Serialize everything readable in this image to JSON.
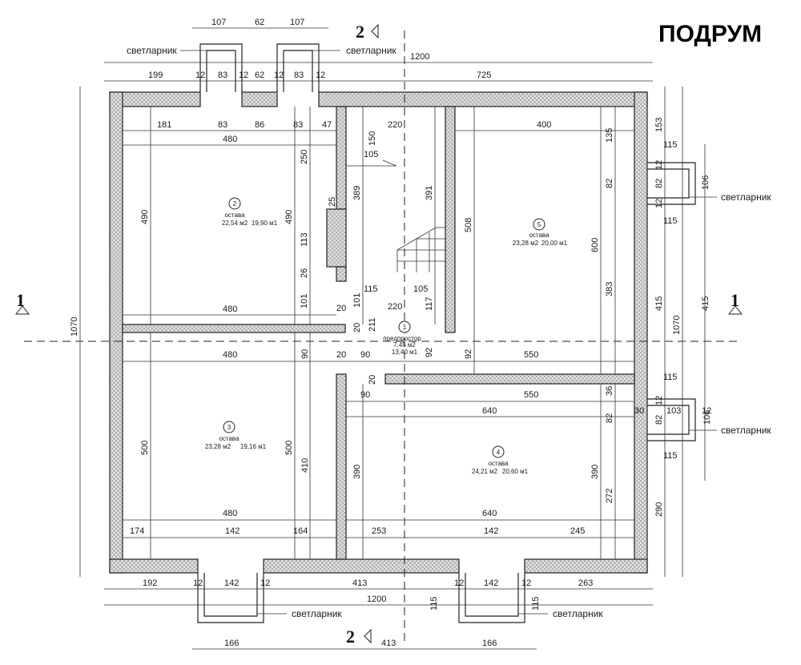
{
  "title": "ПОДРУМ",
  "section_marks": {
    "s1_left": "1",
    "s1_right": "1",
    "s2_top": "2",
    "s2_bottom": "2"
  },
  "skylight_label": "светларник",
  "rooms": [
    {
      "num": "1",
      "name": "предпростор",
      "area": "7,45 м2",
      "perim": "13,40 м1"
    },
    {
      "num": "2",
      "name": "остава",
      "area": "22,54 м2",
      "perim": "19,90 м1"
    },
    {
      "num": "3",
      "name": "остава",
      "area": "23,28 м2",
      "perim": "19,16 м1"
    },
    {
      "num": "4",
      "name": "остава",
      "area": "24,21 м2",
      "perim": "20,60 м1"
    },
    {
      "num": "5",
      "name": "остава",
      "area": "23,28 м2",
      "perim": "20,00 м1"
    }
  ],
  "dims": {
    "top1": [
      "107",
      "62",
      "107"
    ],
    "top2": [
      "1200"
    ],
    "top3": [
      "199",
      "12",
      "83",
      "12",
      "62",
      "12",
      "83",
      "12",
      "725"
    ],
    "r2_top": [
      "181",
      "83",
      "86",
      "83",
      "47"
    ],
    "r2_w": "480",
    "r2_w_bottom": "480",
    "r2_h": "490",
    "r2_h_right": "490",
    "r2_in_250": "250",
    "r2_in_113": "113",
    "r2_in_26": "26",
    "r2_in_25": "25",
    "r2_in_101": "101",
    "hall_220": "220",
    "hall_150": "150",
    "hall_105": "105",
    "hall_389": "389",
    "hall_391": "391",
    "hall_115": "115",
    "hall_105b": "105",
    "hall_220b": "220",
    "hall_20a": "20",
    "hall_101": "101",
    "hall_117": "117",
    "hall_20b": "20",
    "hall_211": "211",
    "hall_92a": "92",
    "hall_20c": "20",
    "hall_90a": "90",
    "hall_20d": "20",
    "hall_90b": "90",
    "r5_w": "400",
    "r5_h": "600",
    "r5_508": "508",
    "r5_135": "135",
    "r5_82": "82",
    "r5_383": "383",
    "r5_92": "92",
    "r5_550": "550",
    "r3_w": "480",
    "r3_w_bottom": "480",
    "r3_h": "500",
    "r3_h_right": "500",
    "r3_410": "410",
    "r3_90": "90",
    "r3_bottom": [
      "174",
      "142",
      "164"
    ],
    "r4_550": "550",
    "r4_w": "640",
    "r4_w_bottom": "640",
    "r4_36": "36",
    "r4_82": "82",
    "r4_390": "390",
    "r4_390r": "390",
    "r4_272": "272",
    "r4_bottom": [
      "253",
      "142",
      "245"
    ],
    "right": [
      "153",
      "115",
      "12",
      "82",
      "12",
      "106",
      "115",
      "415",
      "415",
      "1070",
      "115",
      "12",
      "30",
      "82",
      "103",
      "12",
      "106",
      "115",
      "290"
    ],
    "left_1070": "1070",
    "bot1": [
      "192",
      "12",
      "142",
      "12",
      "413",
      "12",
      "142",
      "12",
      "263"
    ],
    "bot2": [
      "1200"
    ],
    "bot_115a": "115",
    "bot_115b": "115",
    "bot3": [
      "166",
      "413",
      "166"
    ]
  },
  "colors": {
    "hatch": "#8c8c8c",
    "wall": "#d9d9d9",
    "line": "#222222"
  }
}
